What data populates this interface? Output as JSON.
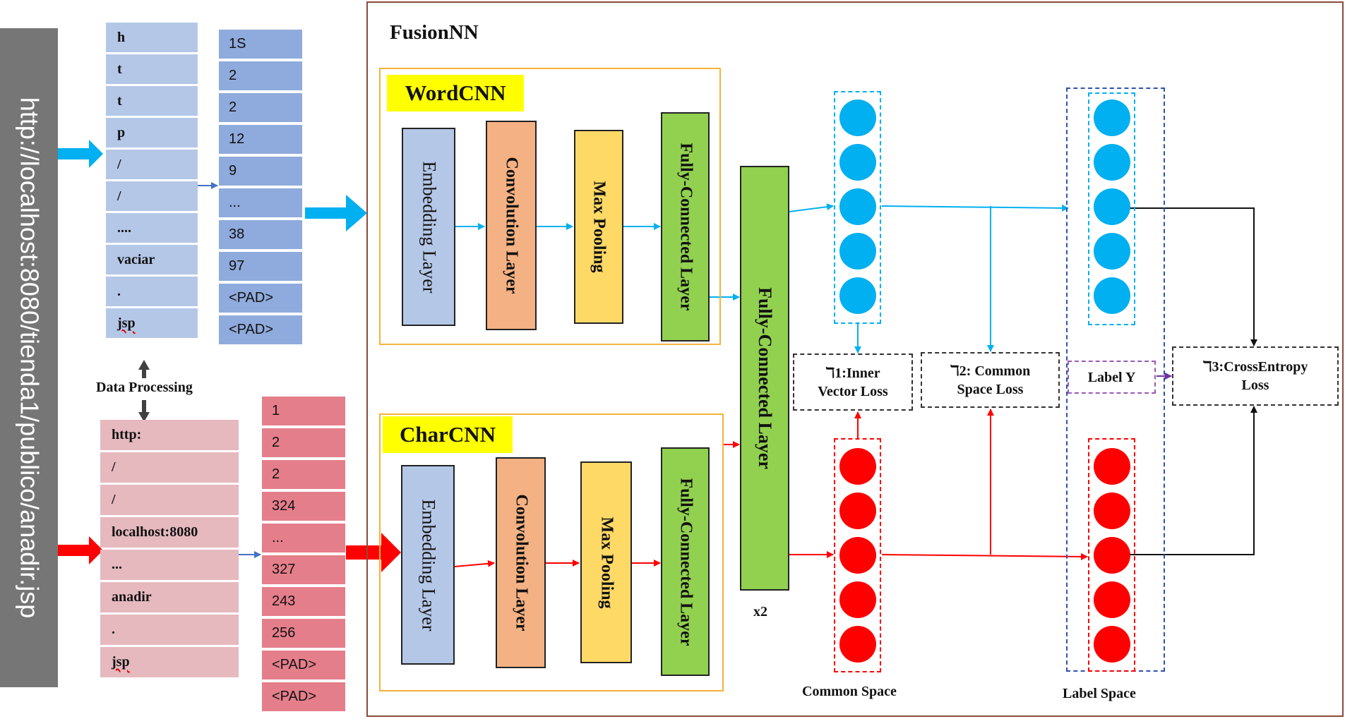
{
  "url": "http://localhost:8080/tienda1/publico/anadir.jsp",
  "word_tokens": [
    "h",
    "t",
    "t",
    "p",
    "/",
    "/",
    "....",
    "vaciar",
    ".",
    "jsp"
  ],
  "word_ids": [
    "1S",
    "2",
    "2",
    "12",
    "9",
    "...",
    "38",
    "97",
    "<PAD>",
    "<PAD>"
  ],
  "char_tokens": [
    "http:",
    "/",
    "/",
    "localhost:8080",
    "...",
    "anadir",
    ".",
    "jsp"
  ],
  "char_ids": [
    "1",
    "2",
    "2",
    "324",
    "...",
    "327",
    "243",
    "256",
    "<PAD>",
    "<PAD>"
  ],
  "data_processing": "Data Processing",
  "fusion_title": "FusionNN",
  "wordcnn": {
    "title": "WordCNN",
    "layers": [
      "Embedding Layer",
      "Convolution Layer",
      "Max Pooling",
      "Fully-Connected Layer"
    ]
  },
  "charcnn": {
    "title": "CharCNN",
    "layers": [
      "Embedding Layer",
      "Convolution Layer",
      "Max Pooling",
      "Fully-Connected Layer"
    ]
  },
  "shared_fc": "Fully-Connected Layer",
  "shared_fc_multiplier": "x2",
  "losses": {
    "inner_1": "ℸ1:Inner",
    "inner_2": "Vector Loss",
    "common_1": "ℸ2: Common",
    "common_2": "Space Loss",
    "label_y": "Label Y",
    "ce_1": "ℸ3:CrossEntropy",
    "ce_2": "Loss"
  },
  "captions": {
    "common_space": "Common Space",
    "label_space": "Label Space"
  },
  "colors": {
    "word_token": "#b4c7e7",
    "word_id": "#8faadc",
    "char_token": "#e6b9bf",
    "char_id": "#e57e8b",
    "embedding": "#b4c7e7",
    "convolution": "#f4b183",
    "pooling": "#ffd966",
    "fully_connected": "#92d050",
    "blue_neuron": "#00b0f0",
    "red_neuron": "#ff0000"
  }
}
